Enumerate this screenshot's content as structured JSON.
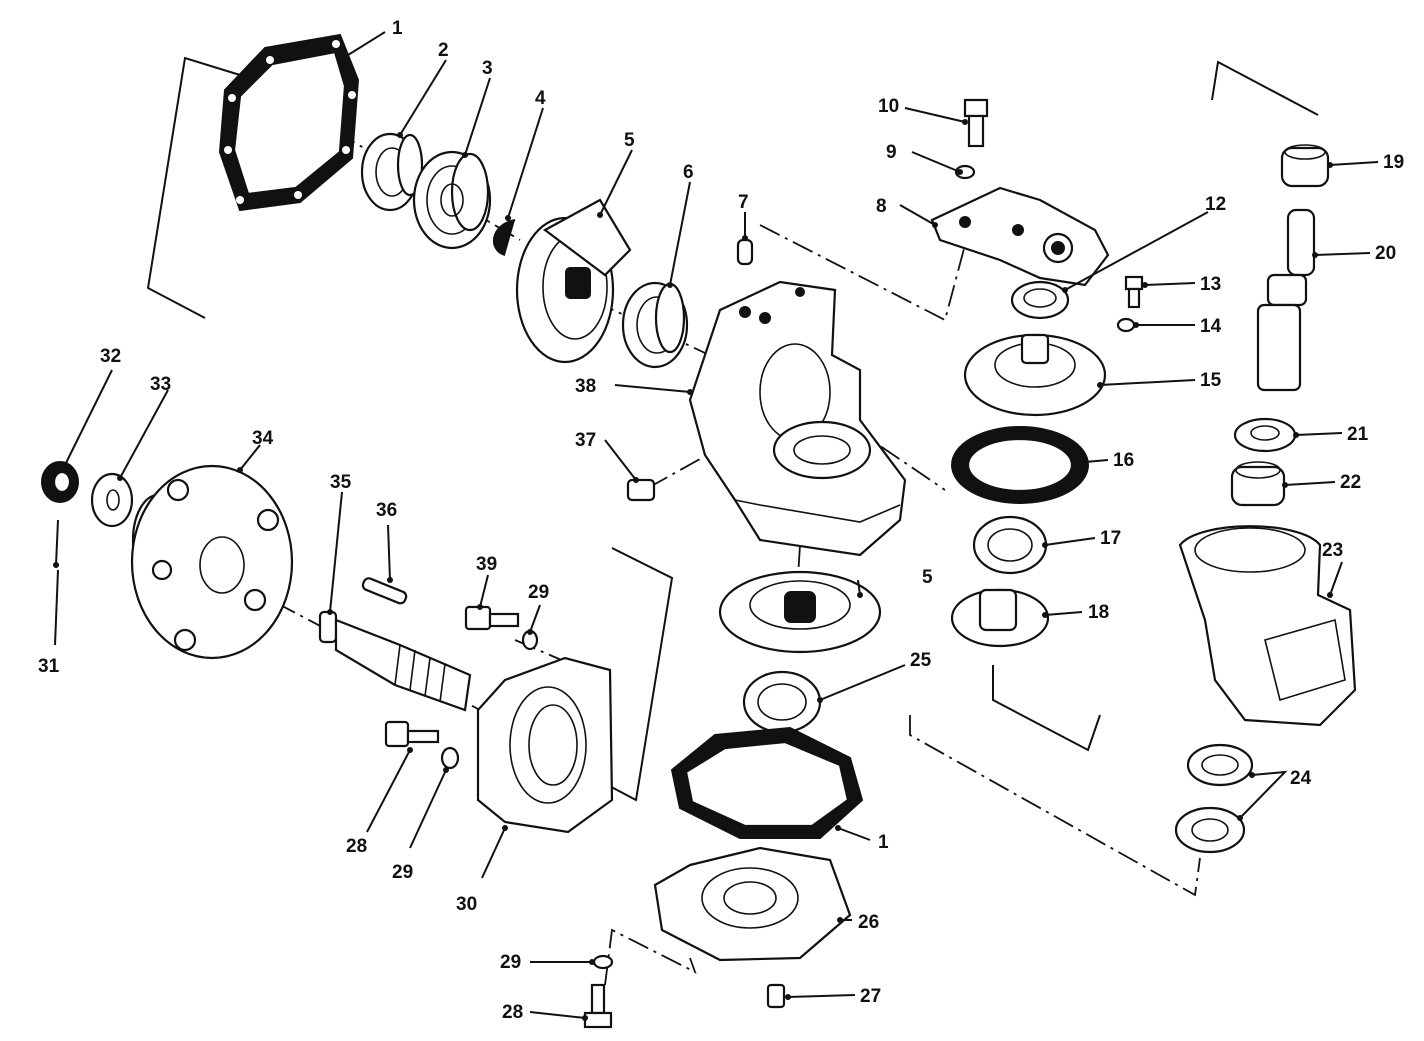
{
  "diagram": {
    "colors": {
      "ink": "#111111",
      "paper": "#ffffff"
    },
    "callouts": [
      {
        "id": "c1a",
        "label": "1"
      },
      {
        "id": "c2",
        "label": "2"
      },
      {
        "id": "c3",
        "label": "3"
      },
      {
        "id": "c4",
        "label": "4"
      },
      {
        "id": "c5a",
        "label": "5"
      },
      {
        "id": "c6",
        "label": "6"
      },
      {
        "id": "c7",
        "label": "7"
      },
      {
        "id": "c8",
        "label": "8"
      },
      {
        "id": "c9",
        "label": "9"
      },
      {
        "id": "c10",
        "label": "10"
      },
      {
        "id": "c12",
        "label": "12"
      },
      {
        "id": "c13",
        "label": "13"
      },
      {
        "id": "c14",
        "label": "14"
      },
      {
        "id": "c15",
        "label": "15"
      },
      {
        "id": "c16",
        "label": "16"
      },
      {
        "id": "c17",
        "label": "17"
      },
      {
        "id": "c18",
        "label": "18"
      },
      {
        "id": "c19",
        "label": "19"
      },
      {
        "id": "c20",
        "label": "20"
      },
      {
        "id": "c21",
        "label": "21"
      },
      {
        "id": "c22",
        "label": "22"
      },
      {
        "id": "c23",
        "label": "23"
      },
      {
        "id": "c24",
        "label": "24"
      },
      {
        "id": "c25",
        "label": "25"
      },
      {
        "id": "c26",
        "label": "26"
      },
      {
        "id": "c27",
        "label": "27"
      },
      {
        "id": "c28a",
        "label": "28"
      },
      {
        "id": "c28b",
        "label": "28"
      },
      {
        "id": "c29a",
        "label": "29"
      },
      {
        "id": "c29b",
        "label": "29"
      },
      {
        "id": "c29c",
        "label": "29"
      },
      {
        "id": "c30",
        "label": "30"
      },
      {
        "id": "c31",
        "label": "31"
      },
      {
        "id": "c32",
        "label": "32"
      },
      {
        "id": "c33",
        "label": "33"
      },
      {
        "id": "c34",
        "label": "34"
      },
      {
        "id": "c35",
        "label": "35"
      },
      {
        "id": "c36",
        "label": "36"
      },
      {
        "id": "c37",
        "label": "37"
      },
      {
        "id": "c38",
        "label": "38"
      },
      {
        "id": "c39",
        "label": "39"
      },
      {
        "id": "c5b",
        "label": "5"
      },
      {
        "id": "c1b",
        "label": "1"
      }
    ]
  }
}
